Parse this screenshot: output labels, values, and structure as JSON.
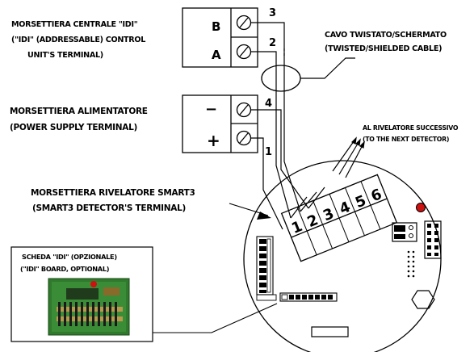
{
  "labels": {
    "control_unit_it": "MORSETTIERA CENTRALE \"IDI\"",
    "control_unit_en_1": "(\"IDI\" (ADDRESSABLE) CONTROL",
    "control_unit_en_2": "UNIT'S TERMINAL)",
    "cable_it": "CAVO TWISTATO/SCHERMATO",
    "cable_en": "(TWISTED/SHIELDED CABLE)",
    "power_it": "MORSETTIERA ALIMENTATORE",
    "power_en": "(POWER SUPPLY TERMINAL)",
    "next_it": "AL RIVELATORE SUCCESSIVO",
    "next_en": "(TO THE NEXT DETECTOR)",
    "detector_it": "MORSETTIERA RIVELATORE SMART3",
    "detector_en": "(SMART3 DETECTOR'S TERMINAL)",
    "board_it": "SCHEDA \"IDI\" (OPZIONALE)",
    "board_en": "(\"IDI\" BOARD, OPTIONAL)"
  },
  "control_unit_terminals": [
    "B",
    "A"
  ],
  "power_terminals": [
    "−",
    "+"
  ],
  "wire_numbers": [
    "3",
    "2",
    "4",
    "1"
  ],
  "detector_terminal_numbers": [
    "1",
    "2",
    "3",
    "4",
    "5",
    "6"
  ],
  "colors": {
    "led": "#cc1111",
    "board_green": "#2f7a2c",
    "line": "#000000"
  }
}
